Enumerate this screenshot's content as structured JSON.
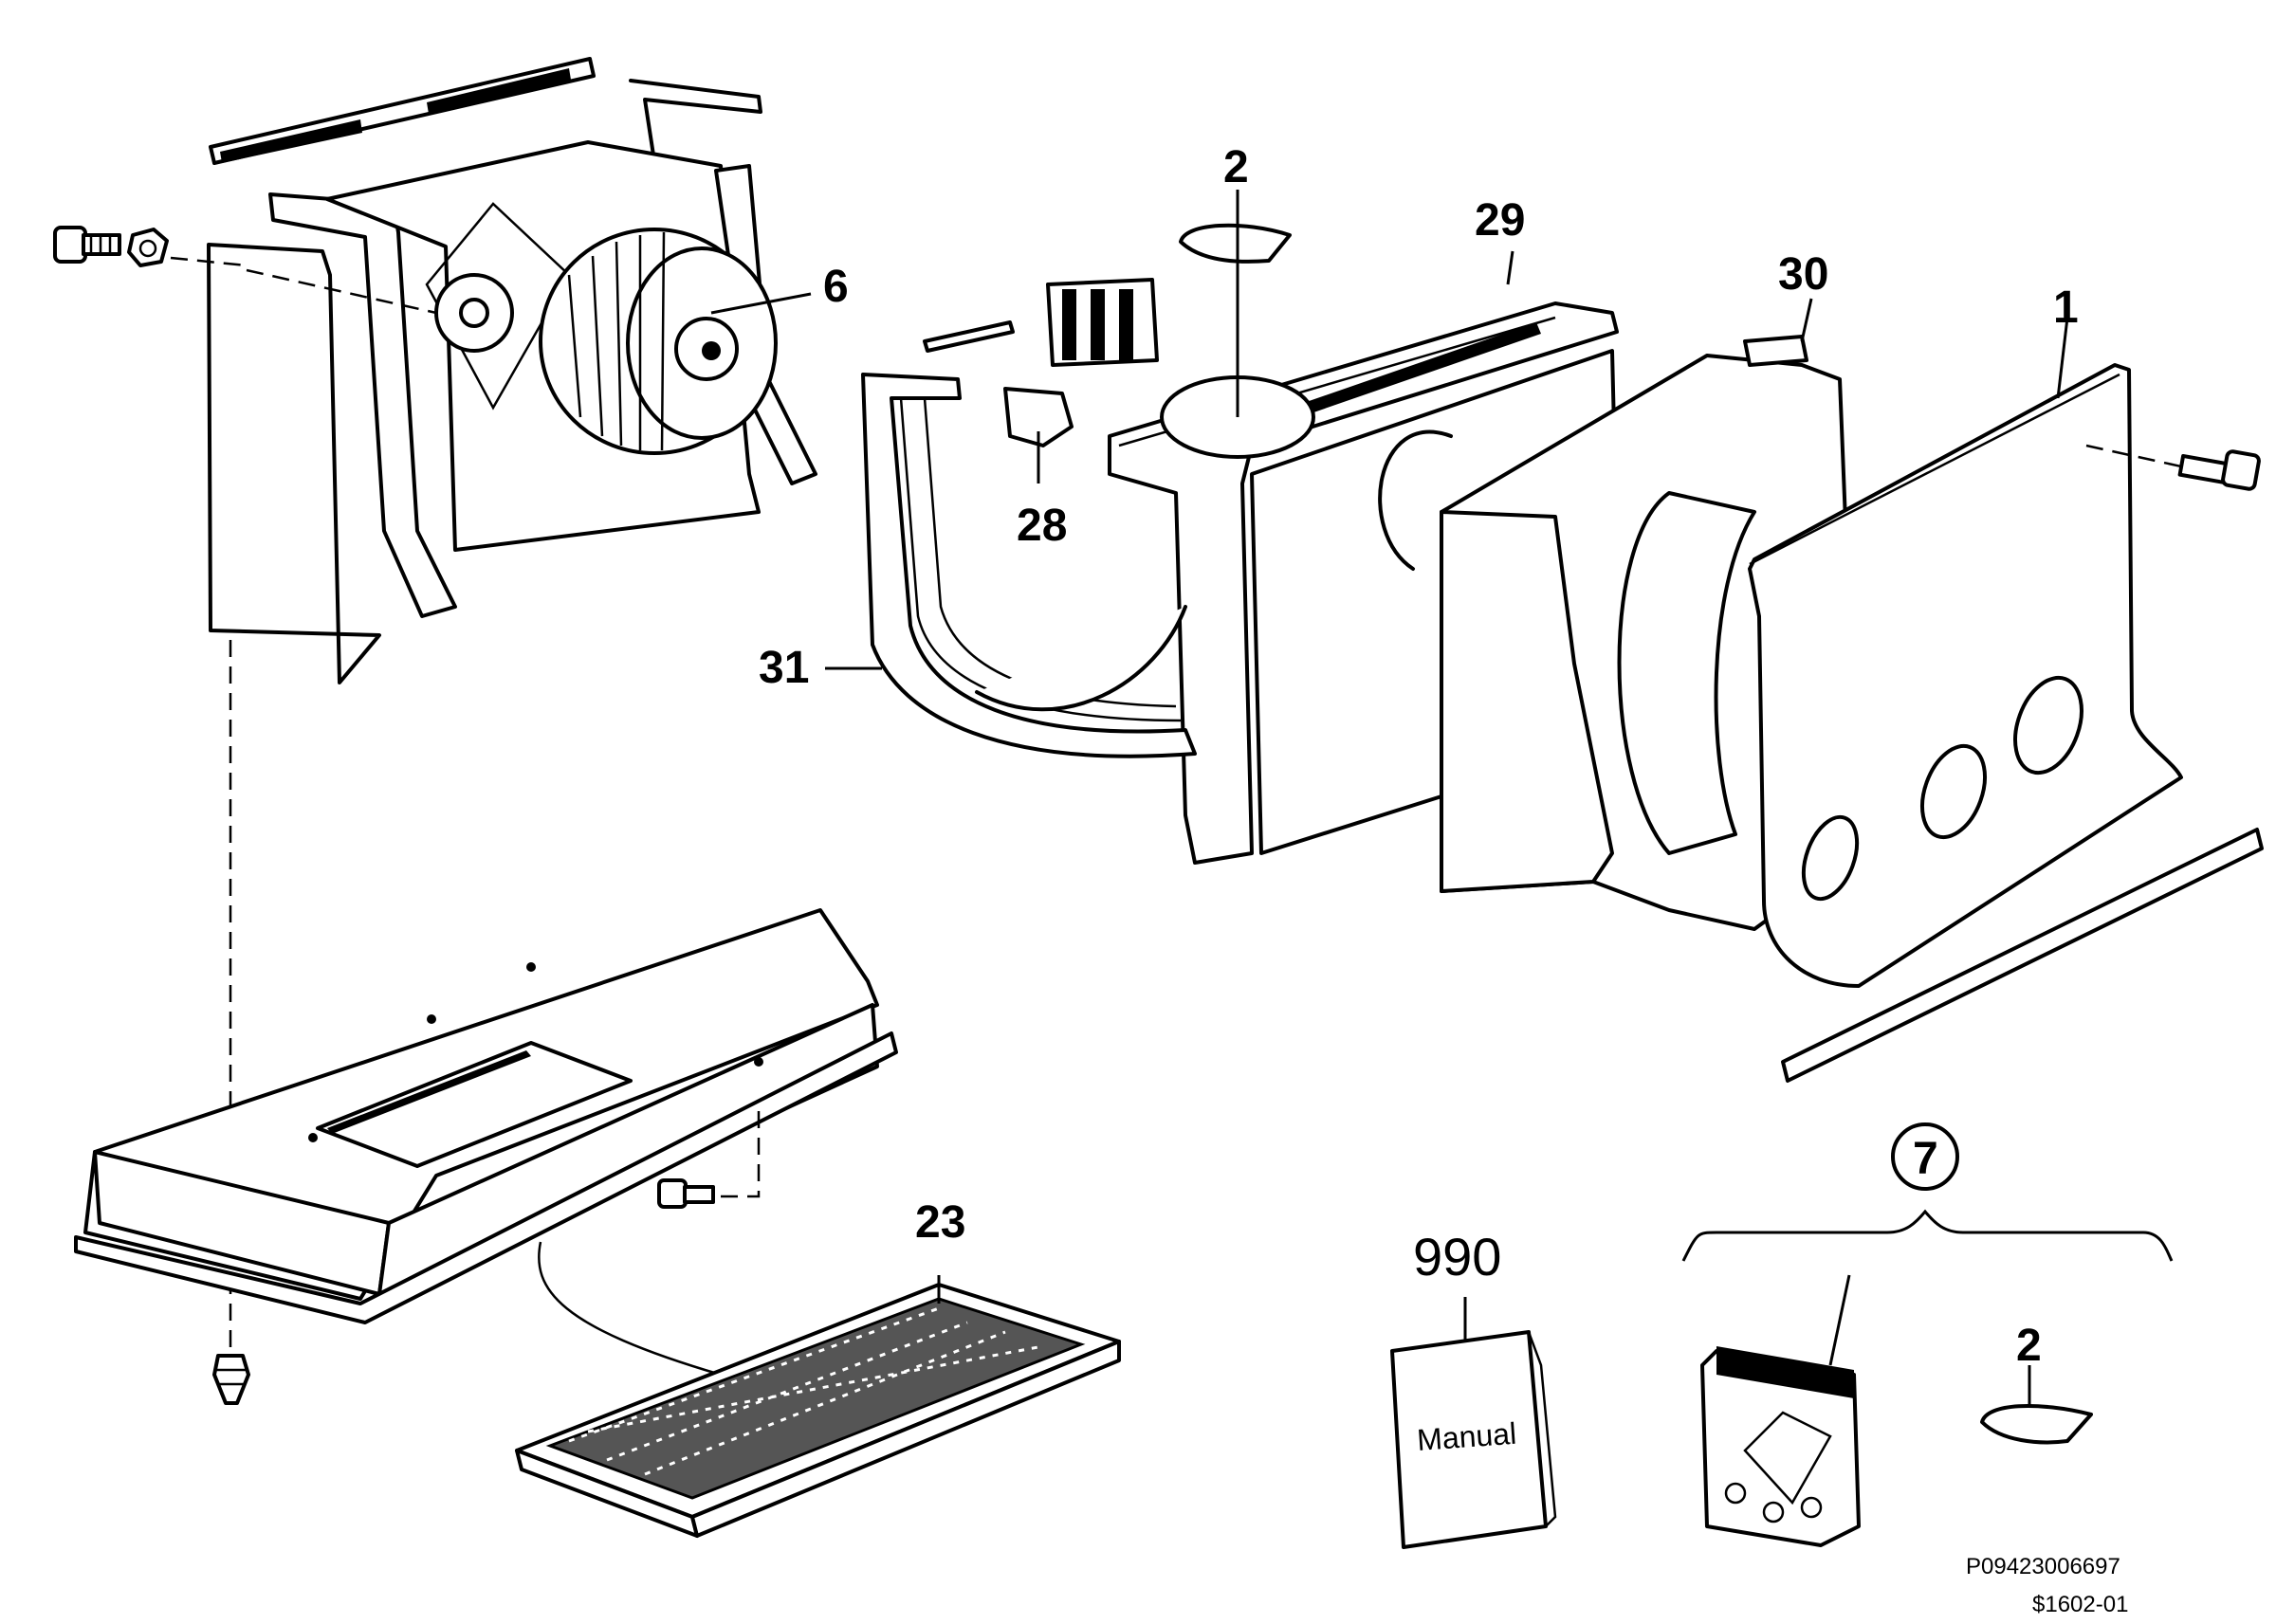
{
  "callouts": {
    "blower_wheel": "6",
    "cap_top": "2",
    "housing_top": "29",
    "clip": "28",
    "rear_panel": "30",
    "end_plate": "1",
    "seal_strip": "31",
    "filter": "23",
    "manual_part": "990",
    "kit": "7",
    "cap_kit": "2"
  },
  "manual": {
    "cover_text": "Manual"
  },
  "reference": {
    "drawing_id": "P09423006697",
    "sheet": "$1602-01"
  }
}
